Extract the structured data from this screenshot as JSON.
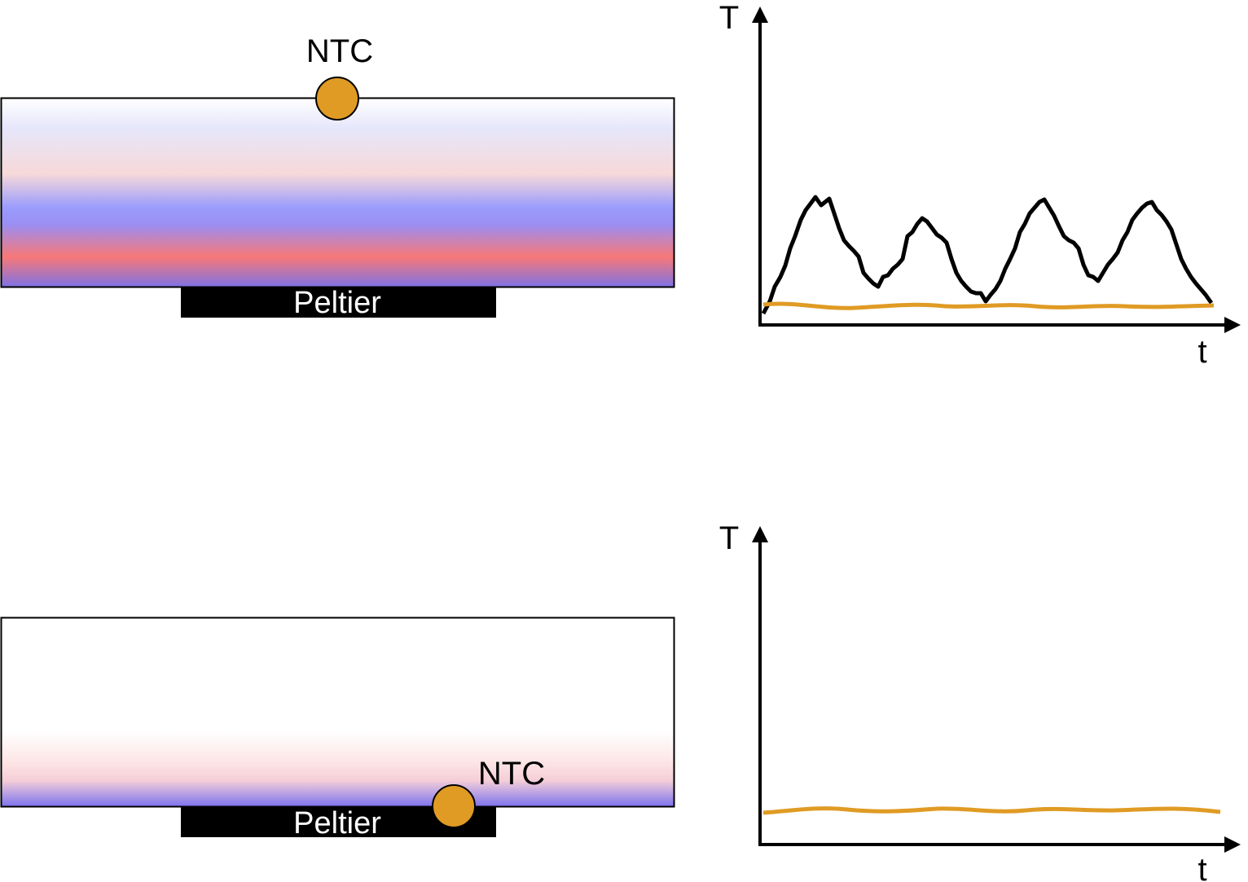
{
  "panel_top": {
    "sensor_label": "NTC",
    "heater_label": "Peltier",
    "graph": {
      "y_axis_label": "T",
      "x_axis_label": "t"
    }
  },
  "panel_bottom": {
    "sensor_label": "NTC",
    "heater_label": "Peltier",
    "graph": {
      "y_axis_label": "T",
      "x_axis_label": "t"
    }
  },
  "colors": {
    "sensor": "#e09b24",
    "actual_temperature": "#000000",
    "measured_temperature": "#e09b24",
    "heater": "#000000",
    "warm": "#f87878",
    "cool": "#8c8cff"
  }
}
